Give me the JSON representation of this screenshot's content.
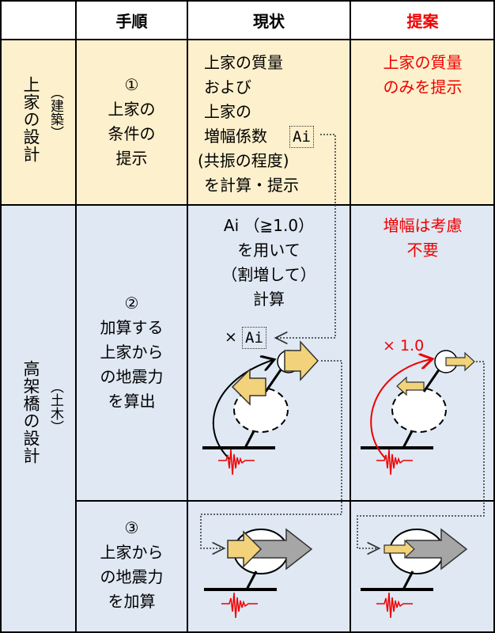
{
  "headers": {
    "step": "手順",
    "current": "現状",
    "proposal": "提案"
  },
  "row_architecture": {
    "label": "上家の設計",
    "sublabel": "（建築）",
    "step_marker": "①",
    "step_lines": [
      "上家の",
      "条件の",
      "提示"
    ],
    "current_lines": [
      "上家の質量",
      "および",
      "上家の",
      "増幅係数",
      "(共振の程度)",
      "を計算・提示"
    ],
    "current_ai": "Ai",
    "proposal_lines": [
      "上家の質量",
      "のみを提示"
    ]
  },
  "row_civil": {
    "label": "高架橋の設計",
    "sublabel": "（土木）",
    "step2_marker": "②",
    "step2_lines": [
      "加算する",
      "上家から",
      "の地震力",
      "を算出"
    ],
    "current_lines": [
      "Ai （≧1.0）",
      "を用いて",
      "（割増して）",
      "計算"
    ],
    "current_multiplier": "×",
    "current_multiplier_ai": "Ai",
    "proposal_lines": [
      "増幅は考慮",
      "不要"
    ],
    "proposal_multiplier": "× 1.0",
    "step3_marker": "③",
    "step3_lines": [
      "上家から",
      "の地震力",
      "を加算"
    ]
  },
  "colors": {
    "yellow": "#fdf0cc",
    "blue": "#dfe8f3",
    "red": "#ee0000",
    "arrow_gold": "#f2d27a",
    "arrow_gray": "#a6a6a6"
  }
}
